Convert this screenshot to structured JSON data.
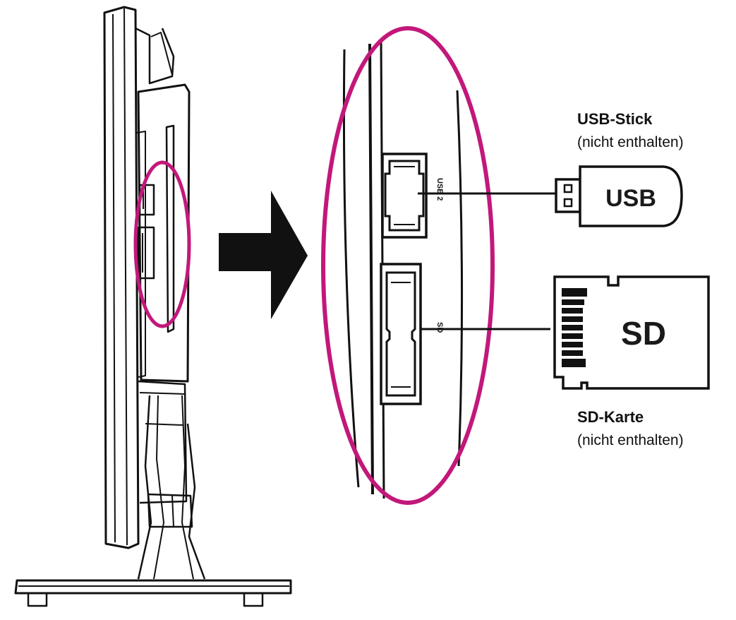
{
  "usb_callout": {
    "title": "USB-Stick",
    "note": "(nicht enthalten)",
    "device_label": "USB",
    "port_tag": "USB 2"
  },
  "sd_callout": {
    "title": "SD-Karte",
    "note": "(nicht enthalten)",
    "device_label": "SD",
    "port_tag": "SD"
  },
  "colors": {
    "highlight_ellipse": "#c2187a",
    "line_art": "#111111"
  }
}
